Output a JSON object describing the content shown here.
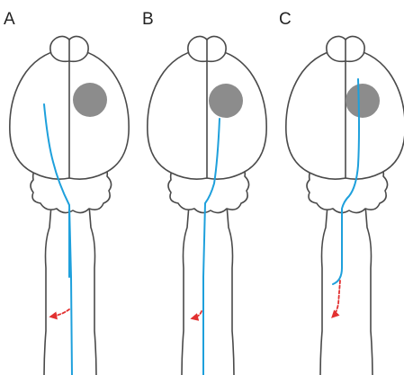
{
  "figure": {
    "panels": [
      {
        "label": "A"
      },
      {
        "label": "B"
      },
      {
        "label": "C"
      }
    ],
    "colors": {
      "outline": "#4a4a4a",
      "lesion": "#8c8c8c",
      "corticospinal_tract": "#1ea0dc",
      "sprouting_axon": "#e23030"
    }
  }
}
